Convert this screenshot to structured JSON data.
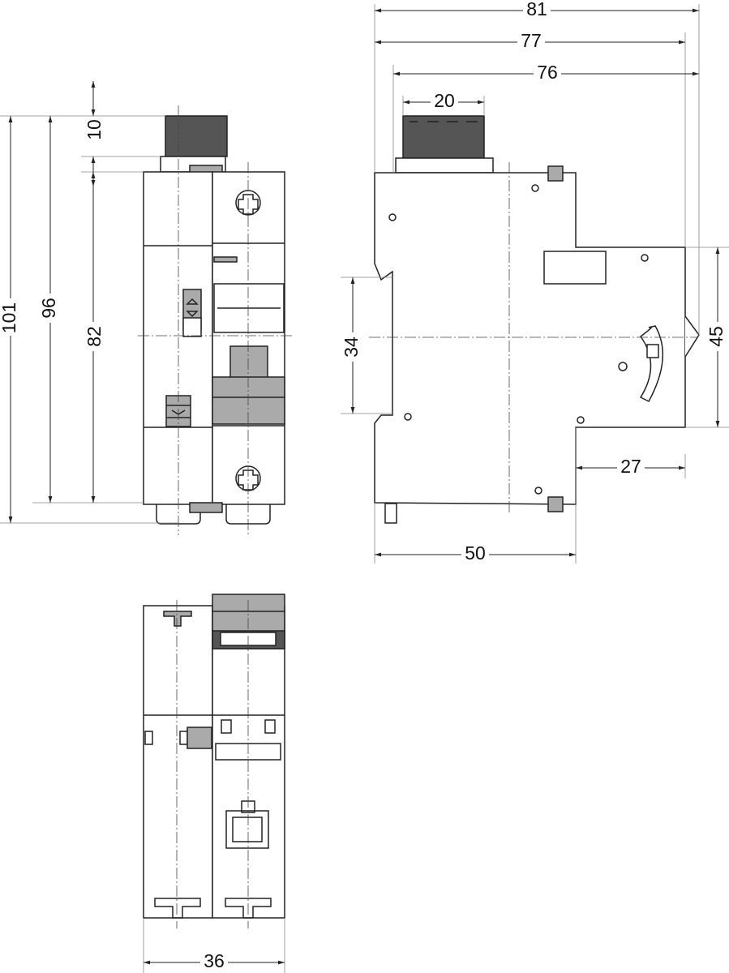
{
  "drawing": {
    "dimensions": {
      "overall_depth": "81",
      "depth_77": "77",
      "depth_76": "76",
      "connector_width": "20",
      "connector_height": "10",
      "overall_height": "101",
      "height_96": "96",
      "body_height": "82",
      "din_rail_height": "34",
      "front_height": "45",
      "front_depth": "27",
      "rear_depth": "50",
      "width": "36"
    }
  }
}
